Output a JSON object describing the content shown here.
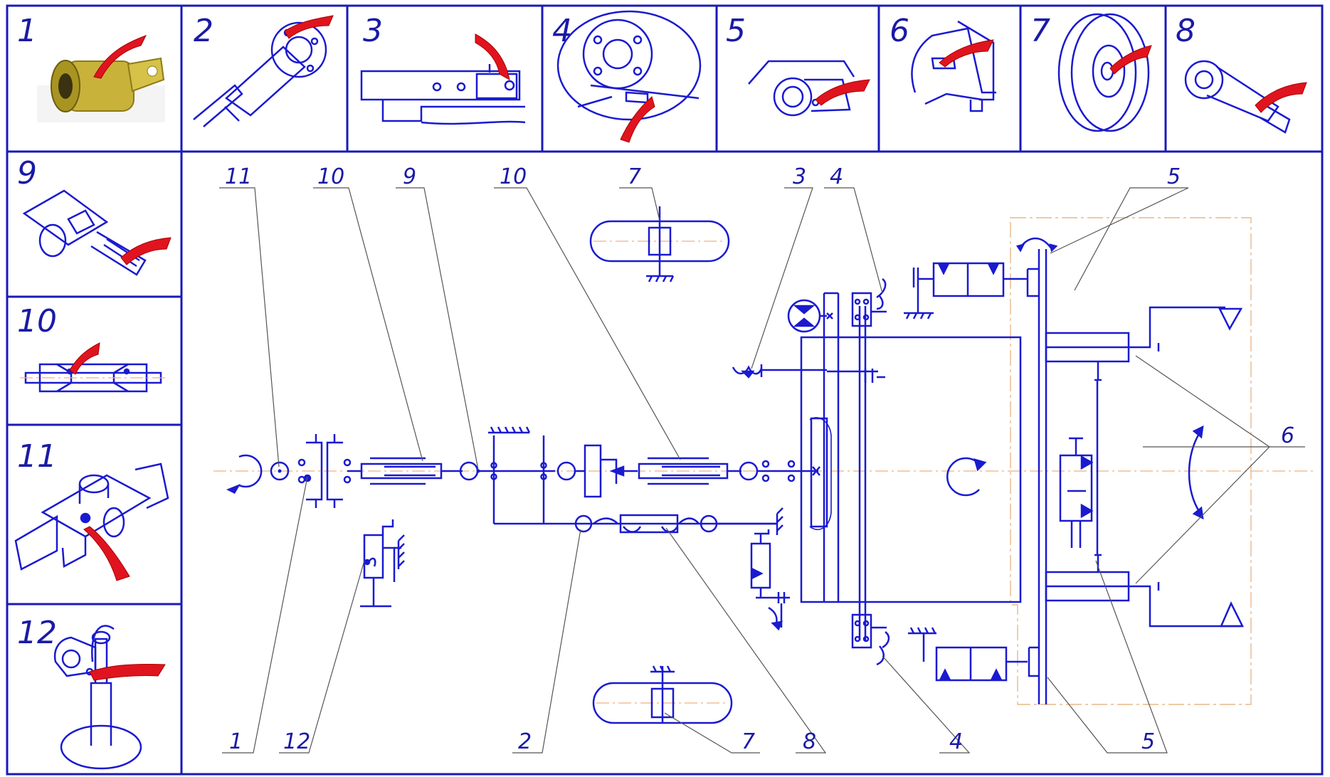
{
  "colors": {
    "line": "#1a1ad0",
    "frame": "#1a1ab8",
    "pointer_arrow": "#e0141e",
    "axis": "#f0b080",
    "pictogram_yellow": "#c8b23a"
  },
  "pictograms": [
    {
      "number": "1",
      "icon": "pto-yoke-photo-icon"
    },
    {
      "number": "2",
      "icon": "bearing-housing-arm-icon"
    },
    {
      "number": "3",
      "icon": "frame-bolt-icon"
    },
    {
      "number": "4",
      "icon": "gearbox-flange-icon"
    },
    {
      "number": "5",
      "icon": "pivot-joint-icon"
    },
    {
      "number": "6",
      "icon": "bracket-nipple-icon"
    },
    {
      "number": "7",
      "icon": "wheel-hub-icon"
    },
    {
      "number": "8",
      "icon": "rod-end-icon"
    },
    {
      "number": "9",
      "icon": "universal-joint-splined-icon"
    },
    {
      "number": "10",
      "icon": "telescopic-shaft-icon"
    },
    {
      "number": "11",
      "icon": "cardan-cross-icon"
    },
    {
      "number": "12",
      "icon": "jack-stand-icon"
    }
  ],
  "callouts": {
    "top": [
      "11",
      "10",
      "9",
      "10",
      "7",
      "3",
      "4",
      "5"
    ],
    "right": [
      "6"
    ],
    "bottom": [
      "1",
      "12",
      "2",
      "7",
      "8",
      "4",
      "5"
    ]
  }
}
